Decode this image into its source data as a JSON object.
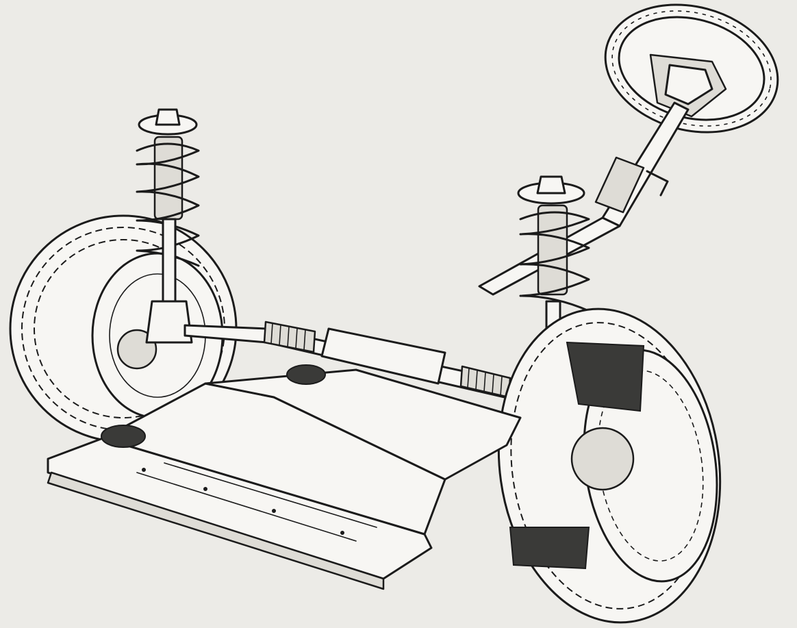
{
  "illustration": {
    "components": [
      "left-wheel",
      "right-wheel",
      "left-strut",
      "right-strut",
      "steering-wheel",
      "steering-column",
      "steering-rack",
      "subframe"
    ]
  },
  "colors": {
    "background": "#ecebe7",
    "ink": "#1b1b1b",
    "light": "#f7f6f3",
    "mid": "#dedcd6"
  }
}
